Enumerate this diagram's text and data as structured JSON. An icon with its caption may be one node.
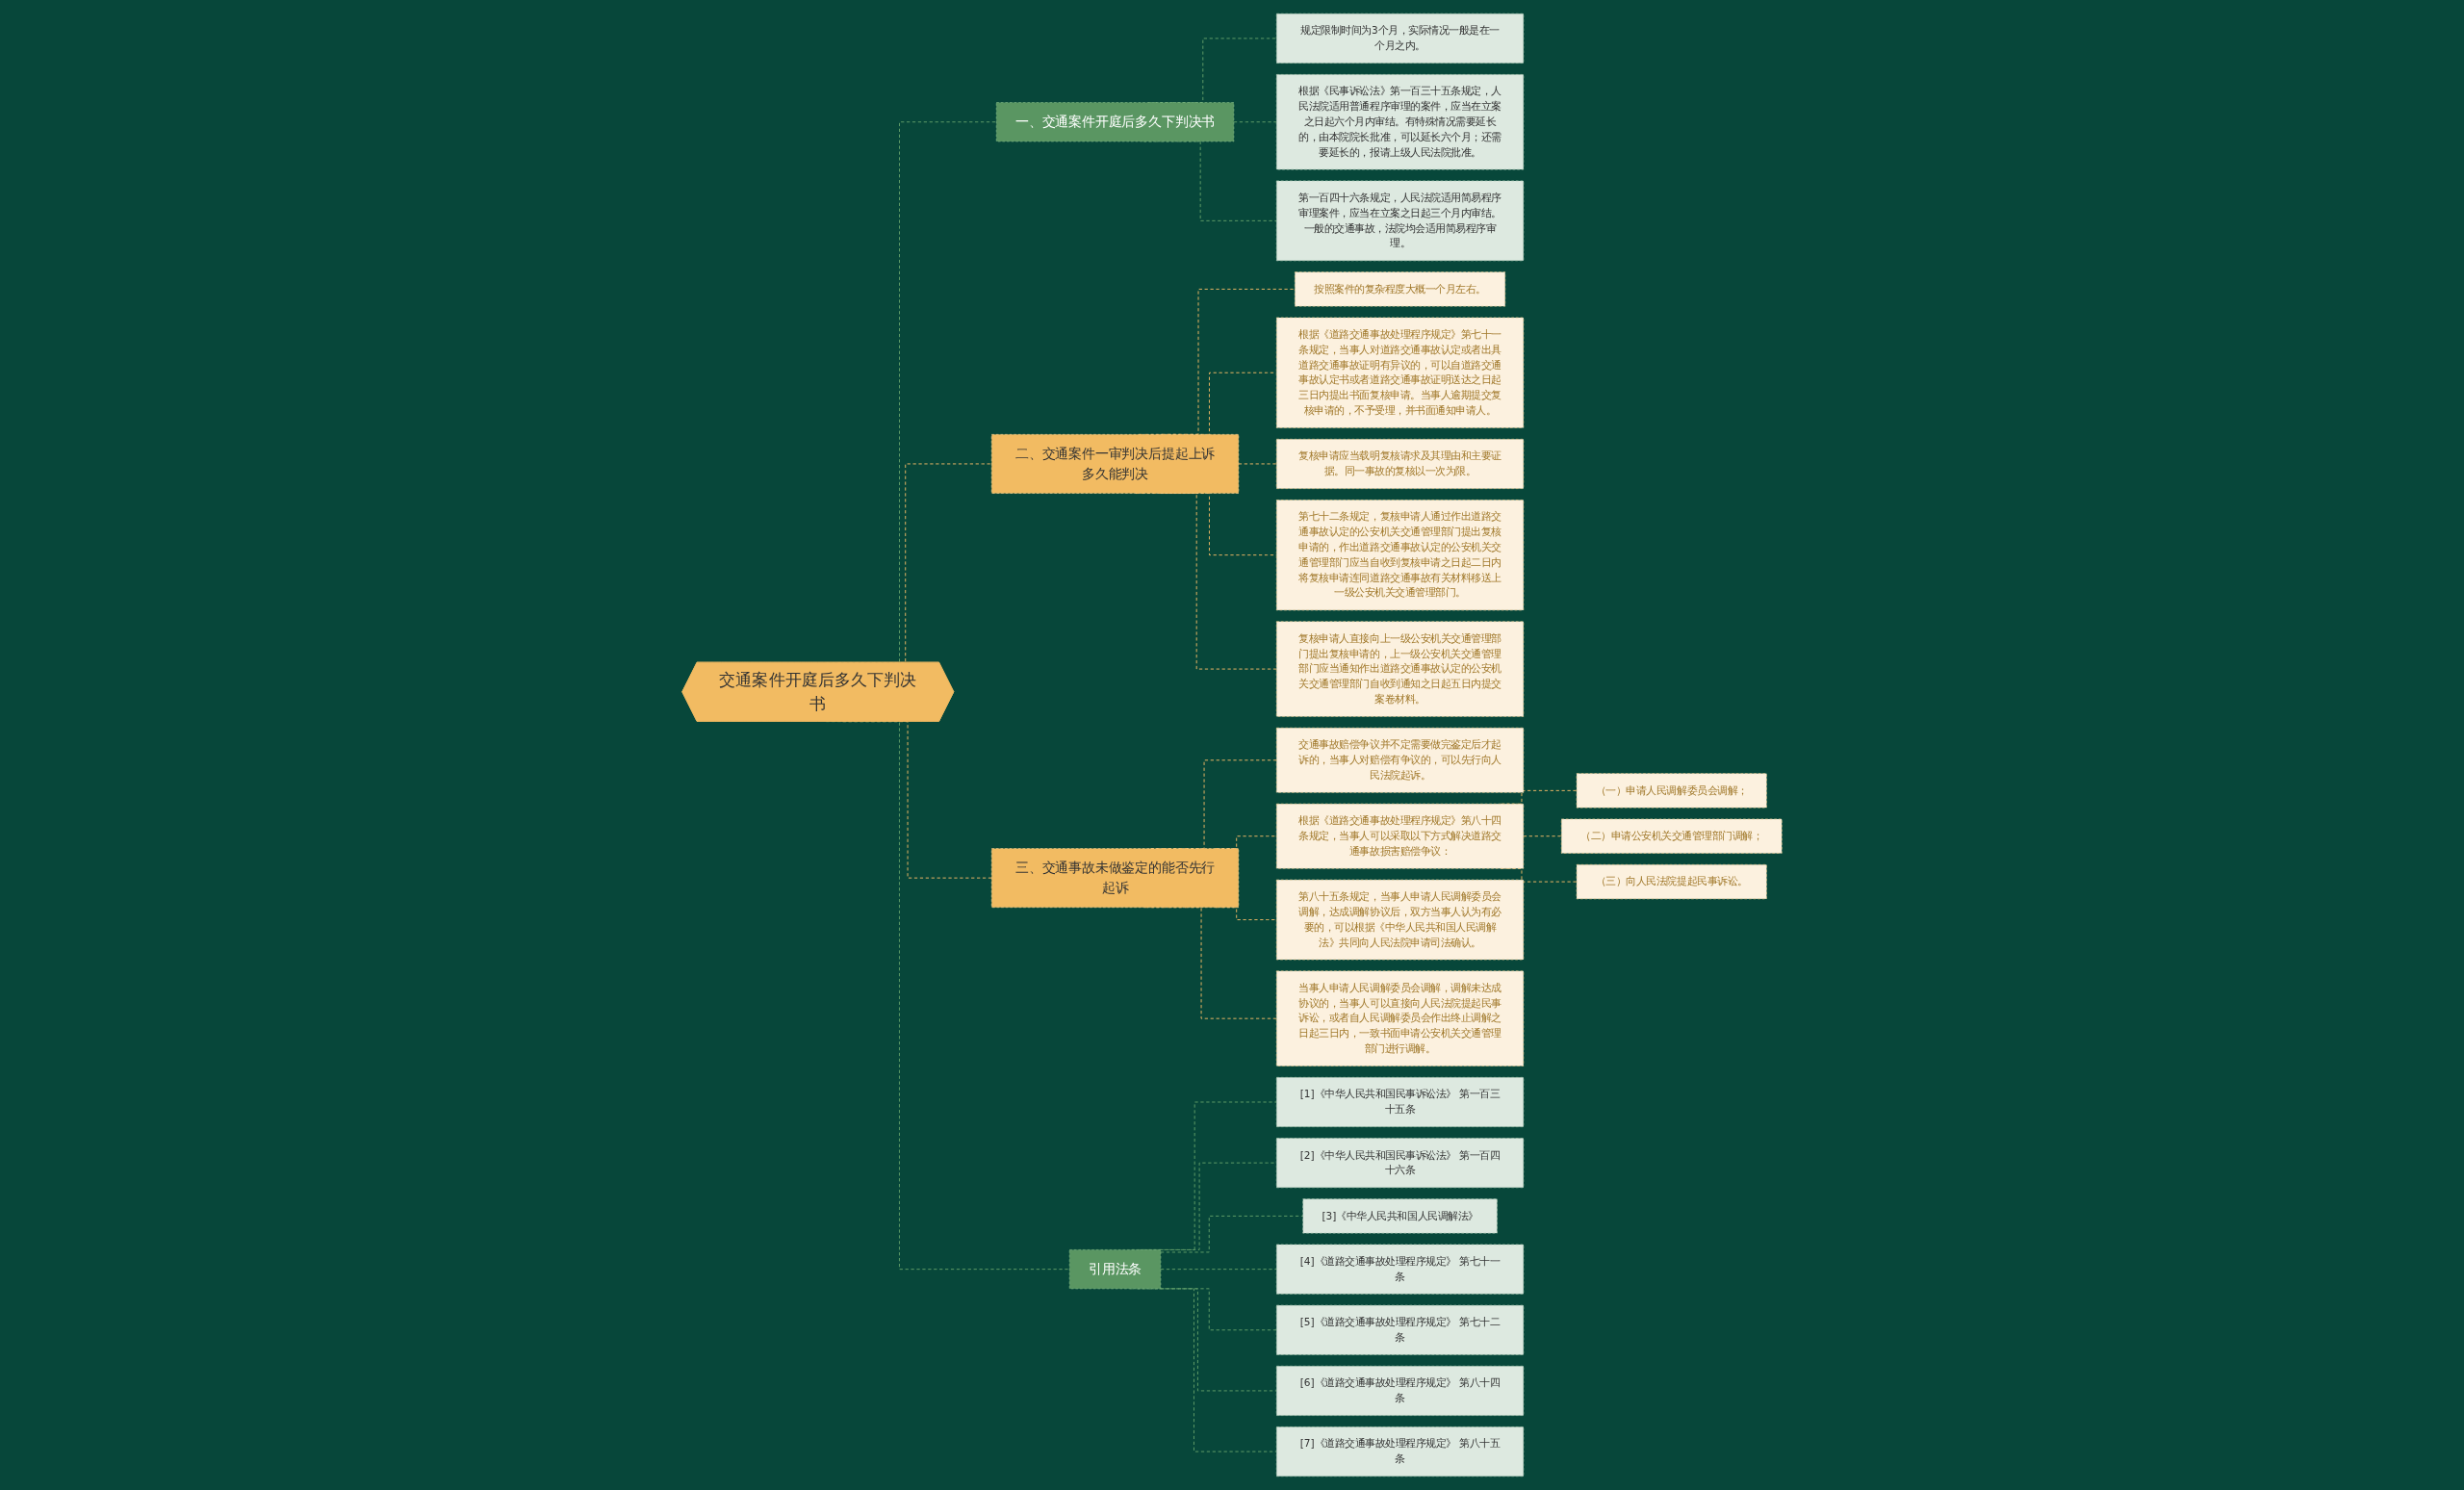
{
  "diagram": {
    "nodes": [
      {
        "text": [
          "交通案件开庭后多久下判决书"
        ]
      },
      {
        "text": [
          "一、交通案件开庭后多久下判决书"
        ]
      },
      {
        "text": [
          "规定限制时间为3个月，实际情况一般是在一个月之内。"
        ]
      },
      {
        "text": [
          "根据《民事诉讼法》第一百三十五条规定，人民法院适用普通程序审理的案件，应当在立案之日起六个月内审结。有特殊情况需要延长的，由本院院长批准，可以延长六个月；还需要延长的，报请上级人民法院批准。"
        ]
      },
      {
        "text": [
          "第一百四十六条规定，人民法院适用简易程序审理案件，应当在立案之日起三个月内审结。一般的交通事故，法院均会适用简易程序审理。"
        ]
      },
      {
        "text": [
          "二、交通案件一审判决后提起上诉多久能判决"
        ]
      },
      {
        "text": [
          "按照案件的复杂程度大概一个月左右。"
        ]
      },
      {
        "text": [
          "根据《道路交通事故处理程序规定》第七十一条规定，当事人对道路交通事故认定或者出具道路交通事故证明有异议的，可以自道路交通事故认定书或者道路交通事故证明送达之日起三日内提出书面复核申请。当事人逾期提交复核申请的，不予受理，并书面通知申请人。"
        ]
      },
      {
        "text": [
          "复核申请应当载明复核请求及其理由和主要证据。同一事故的复核以一次为限。"
        ]
      },
      {
        "text": [
          "第七十二条规定，复核申请人通过作出道路交通事故认定的公安机关交通管理部门提出复核申请的，作出道路交通事故认定的公安机关交通管理部门应当自收到复核申请之日起二日内将复核申请连同道路交通事故有关材料移送上一级公安机关交通管理部门。"
        ]
      },
      {
        "text": [
          "复核申请人直接向上一级公安机关交通管理部门提出复核申请的，上一级公安机关交通管理部门应当通知作出道路交通事故认定的公安机关交通管理部门自收到通知之日起五日内提交案卷材料。"
        ]
      },
      {
        "text": [
          "三、交通事故未做鉴定的能否先行起诉"
        ]
      },
      {
        "text": [
          "交通事故赔偿争议并不定需要做完鉴定后才起诉的，当事人对赔偿有争议的，可以先行向人民法院起诉。"
        ]
      },
      {
        "text": [
          "根据《道路交通事故处理程序规定》第八十四条规定，当事人可以采取以下方式解决道路交通事故损害赔偿争议："
        ]
      },
      {
        "text": [
          "（一）申请人民调解委员会调解；"
        ]
      },
      {
        "text": [
          "（二）申请公安机关交通管理部门调解；"
        ]
      },
      {
        "text": [
          "（三）向人民法院提起民事诉讼。"
        ]
      },
      {
        "text": [
          "第八十五条规定，当事人申请人民调解委员会调解，达成调解协议后，双方当事人认为有必要的，可以根据《中华人民共和国人民调解法》共同向人民法院申请司法确认。"
        ]
      },
      {
        "text": [
          "当事人申请人民调解委员会调解，调解未达成协议的，当事人可以直接向人民法院提起民事诉讼，或者自人民调解委员会作出终止调解之日起三日内，一致书面申请公安机关交通管理部门进行调解。"
        ]
      },
      {
        "text": [
          "引用法条"
        ]
      },
      {
        "text": [
          "[1]《中华人民共和国民事诉讼法》 第一百三十五条"
        ]
      },
      {
        "text": [
          "[2]《中华人民共和国民事诉讼法》 第一百四十六条"
        ]
      },
      {
        "text": [
          "[3]《中华人民共和国人民调解法》"
        ]
      },
      {
        "text": [
          "[4]《道路交通事故处理程序规定》 第七十一条"
        ]
      },
      {
        "text": [
          "[5]《道路交通事故处理程序规定》 第七十二条"
        ]
      },
      {
        "text": [
          "[6]《道路交通事故处理程序规定》 第八十四条"
        ]
      },
      {
        "text": [
          "[7]《道路交通事故处理程序规定》 第八十五条"
        ]
      }
    ],
    "edges": [
      {
        "from": 0,
        "to": 1,
        "arrow": "none",
        "style": "dashed",
        "color": "#5e9b68"
      },
      {
        "from": 1,
        "to": 2,
        "arrow": "none",
        "style": "dashed",
        "color": "#5e9b68"
      },
      {
        "from": 1,
        "to": 3,
        "arrow": "none",
        "style": "dashed",
        "color": "#5e9b68"
      },
      {
        "from": 1,
        "to": 4,
        "arrow": "none",
        "style": "dashed",
        "color": "#5e9b68"
      },
      {
        "from": 0,
        "to": 5,
        "arrow": "none",
        "style": "dashed"
      },
      {
        "from": 5,
        "to": 6,
        "arrow": "none",
        "style": "dashed"
      },
      {
        "from": 5,
        "to": 7,
        "arrow": "none",
        "style": "dashed"
      },
      {
        "from": 5,
        "to": 8,
        "arrow": "none",
        "style": "dashed"
      },
      {
        "from": 5,
        "to": 9,
        "arrow": "none",
        "style": "dashed"
      },
      {
        "from": 5,
        "to": 10,
        "arrow": "none",
        "style": "dashed"
      },
      {
        "from": 0,
        "to": 11,
        "arrow": "none",
        "style": "dashed"
      },
      {
        "from": 11,
        "to": 12,
        "arrow": "none",
        "style": "dashed"
      },
      {
        "from": 11,
        "to": 13,
        "arrow": "none",
        "style": "dashed"
      },
      {
        "from": 13,
        "to": 14,
        "arrow": "none",
        "style": "dashed"
      },
      {
        "from": 13,
        "to": 15,
        "arrow": "none",
        "style": "dashed"
      },
      {
        "from": 13,
        "to": 16,
        "arrow": "none",
        "style": "dashed"
      },
      {
        "from": 11,
        "to": 17,
        "arrow": "none",
        "style": "dashed"
      },
      {
        "from": 11,
        "to": 18,
        "arrow": "none",
        "style": "dashed"
      },
      {
        "from": 0,
        "to": 19,
        "arrow": "none",
        "style": "dashed",
        "color": "#5e9b68"
      },
      {
        "from": 19,
        "to": 20,
        "arrow": "none",
        "style": "dashed",
        "color": "#5e9b68"
      },
      {
        "from": 19,
        "to": 21,
        "arrow": "none",
        "style": "dashed",
        "color": "#5e9b68"
      },
      {
        "from": 19,
        "to": 22,
        "arrow": "none",
        "style": "dashed",
        "color": "#5e9b68"
      },
      {
        "from": 19,
        "to": 23,
        "arrow": "none",
        "style": "dashed",
        "color": "#5e9b68"
      },
      {
        "from": 19,
        "to": 24,
        "arrow": "none",
        "style": "dashed",
        "color": "#5e9b68"
      },
      {
        "from": 19,
        "to": 25,
        "arrow": "none",
        "style": "dashed",
        "color": "#5e9b68"
      },
      {
        "from": 19,
        "to": 26,
        "arrow": "none",
        "style": "dashed",
        "color": "#5e9b68"
      }
    ]
  }
}
